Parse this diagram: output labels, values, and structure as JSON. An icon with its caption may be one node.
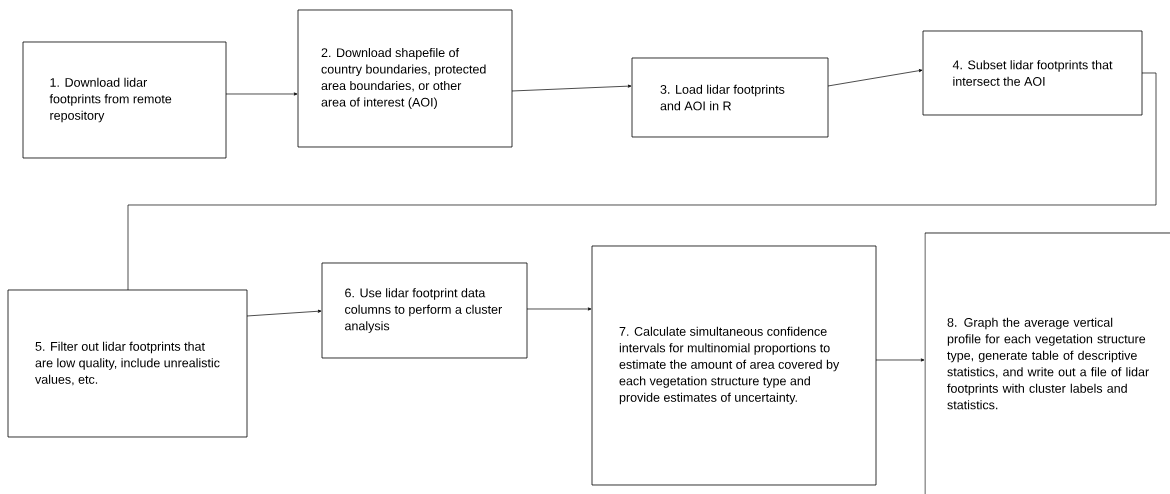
{
  "diagram": {
    "nodes": [
      {
        "text": [
          "1. Download lidar footprints from remote repository"
        ]
      },
      {
        "text": [
          "2. Download shapefile of country boundaries, protected area boundaries, or other area of interest (AOI)"
        ]
      },
      {
        "text": [
          "3. Load lidar footprints and AOI in R"
        ]
      },
      {
        "text": [
          "4. Subset lidar footprints that intersect the AOI"
        ]
      },
      {
        "text": [
          "5. Filter out lidar footprints that are low quality, include unrealistic values, etc."
        ]
      },
      {
        "text": [
          "6. Use lidar footprint data columns to perform a cluster analysis"
        ]
      },
      {
        "text": [
          "7. Calculate simultaneous confidence intervals for multinomial proportions to estimate the amount of area covered by each vegetation structure type and provide estimates of uncertainty."
        ]
      },
      {
        "text": [
          "8. Graph the average vertical profile for each vegetation structure type, generate table of descriptive statistics, and write out a file of lidar footprints with cluster labels and statistics."
        ]
      }
    ],
    "edges": [
      {
        "from": 0,
        "to": 1,
        "arrow": "to"
      },
      {
        "from": 1,
        "to": 2,
        "arrow": "to"
      },
      {
        "from": 2,
        "to": 3,
        "arrow": "to"
      },
      {
        "from": 3,
        "to": 4,
        "arrow": "none"
      },
      {
        "from": 4,
        "to": 5,
        "arrow": "to"
      },
      {
        "from": 5,
        "to": 6,
        "arrow": "to"
      },
      {
        "from": 6,
        "to": 7,
        "arrow": "to"
      }
    ]
  }
}
